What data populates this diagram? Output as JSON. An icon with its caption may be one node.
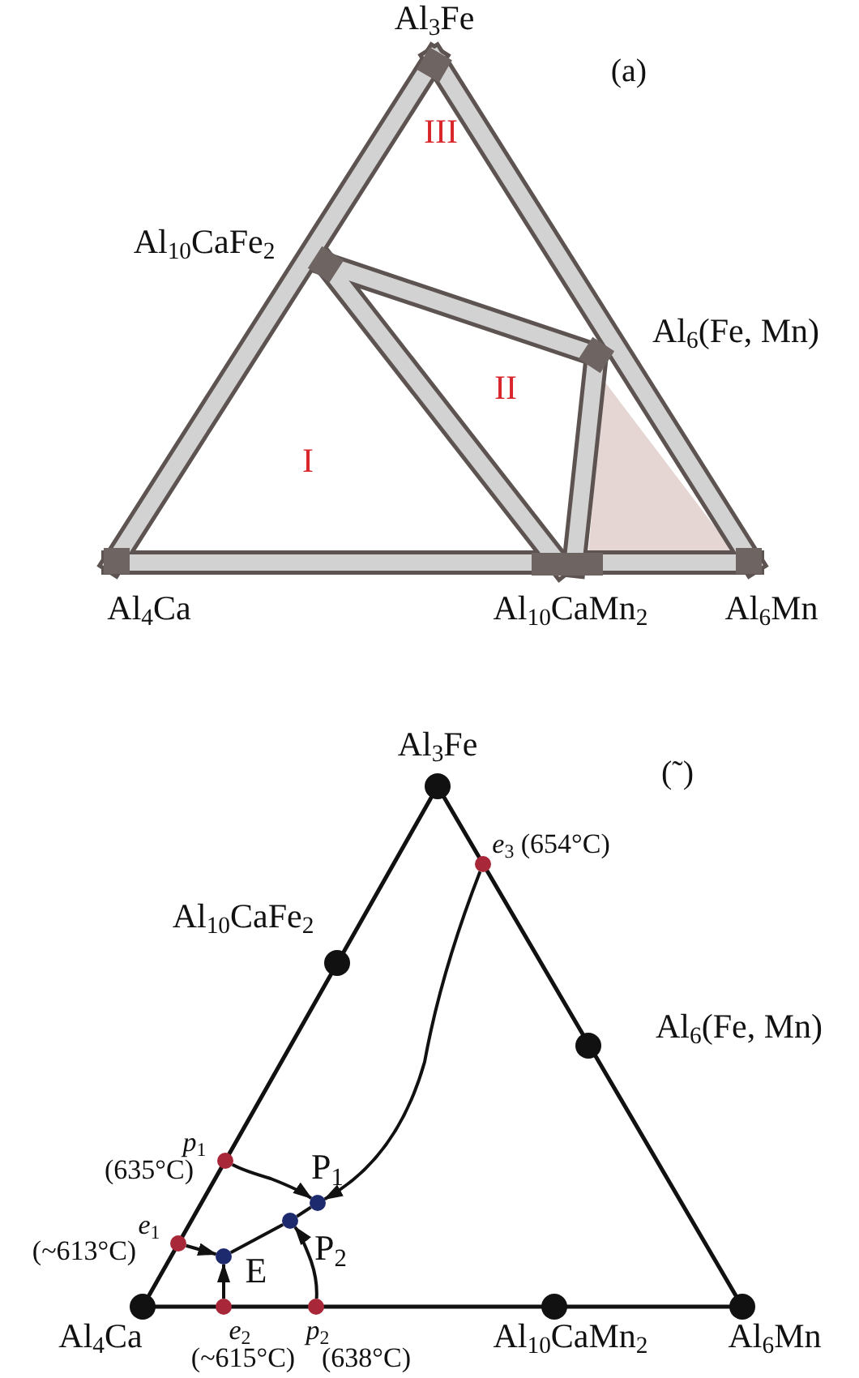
{
  "diagram": {
    "nodes": [
      {
        "text": [],
        "shape": "circle",
        "beside": [
          "*e*$_{3}$ (654°C)"
        ]
      },
      {
        "text": [],
        "shape": "circle",
        "beside": [
          "*p*$_{1}$",
          "(635°C)"
        ]
      },
      {
        "text": [],
        "shape": "circle",
        "beside": [
          "P$_{1}$"
        ]
      },
      {
        "text": [],
        "shape": "circle",
        "beside": [
          "P$_{2}$"
        ]
      },
      {
        "text": [],
        "shape": "circle",
        "beside": [
          "*e*$_{1}$",
          "(~613°C)"
        ]
      },
      {
        "text": [],
        "shape": "circle",
        "beside": [
          "E"
        ]
      },
      {
        "text": [],
        "shape": "circle",
        "beside": [
          "*e*$_{2}$",
          "(~615°C)"
        ]
      },
      {
        "text": [],
        "shape": "circle",
        "beside": [
          "*p*$_{2}$",
          "(638°C)"
        ]
      }
    ],
    "edges": [
      {
        "from": 0,
        "to": 2,
        "arrow": "to"
      },
      {
        "from": 1,
        "to": 2,
        "arrow": "to"
      },
      {
        "from": 2,
        "to": 3,
        "arrow": "none"
      },
      {
        "from": 3,
        "to": 5,
        "arrow": "none"
      },
      {
        "from": 4,
        "to": 5,
        "arrow": "to"
      },
      {
        "from": 6,
        "to": 5,
        "arrow": "to"
      },
      {
        "from": 7,
        "to": 3,
        "arrow": "to"
      }
    ],
    "labels": [
      "Al$_{3}$Fe",
      "(a)",
      "III",
      "Al$_{10}$CaFe$_{2}$",
      "Al$_{6}$(Fe, Mn)",
      "II",
      "I",
      "Al$_{4}$Ca",
      "Al$_{10}$CaMn$_{2}$",
      "Al$_{6}$Mn",
      "Al$_{3}$Fe",
      "(˜)",
      "Al$_{10}$CaFe$_{2}$",
      "Al$_{6}$(Fe, Mn)",
      "Al$_{4}$Ca",
      "Al$_{10}$CaMn$_{2}$",
      "Al$_{6}$Mn"
    ]
  }
}
